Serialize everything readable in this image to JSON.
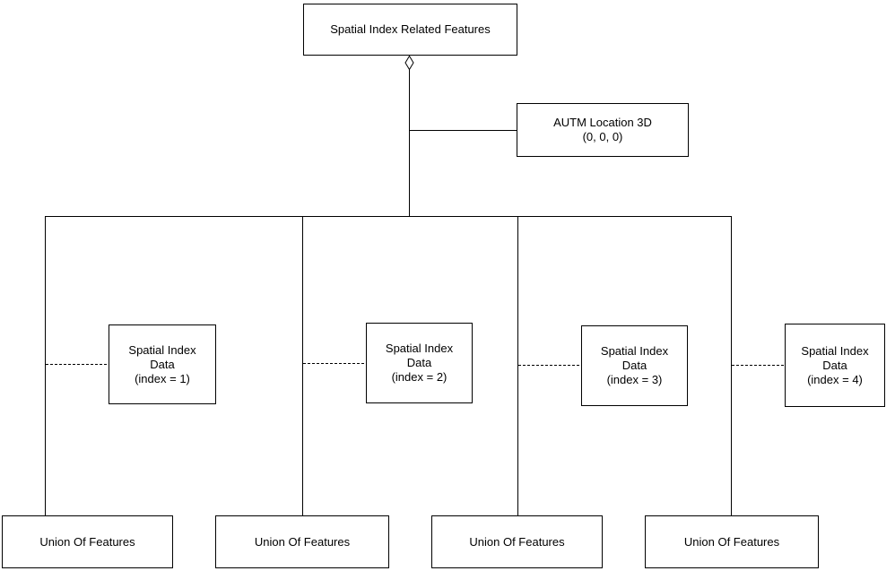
{
  "diagram": {
    "title_hint": "Spatial index aggregation diagram",
    "colors": {
      "background": "#ffffff",
      "line": "#000000",
      "box_border": "#000000",
      "box_fill": "#ffffff",
      "text": "#000000"
    },
    "root_box": {
      "label": "Spatial Index Related Features"
    },
    "aggregation_symbol": "hollow-diamond",
    "autm_box": {
      "lines": [
        "AUTM Location 3D",
        "(0, 0, 0)"
      ]
    },
    "spatial_index_boxes": [
      {
        "lines": [
          "Spatial Index",
          "Data",
          "(index = 1)"
        ]
      },
      {
        "lines": [
          "Spatial Index",
          "Data",
          "(index = 2)"
        ]
      },
      {
        "lines": [
          "Spatial Index",
          "Data",
          "(index = 3)"
        ]
      },
      {
        "lines": [
          "Spatial Index",
          "Data",
          "(index = 4)"
        ]
      }
    ],
    "union_boxes": [
      {
        "label": "Union Of Features"
      },
      {
        "label": "Union Of Features"
      },
      {
        "label": "Union Of Features"
      },
      {
        "label": "Union Of Features"
      }
    ]
  }
}
